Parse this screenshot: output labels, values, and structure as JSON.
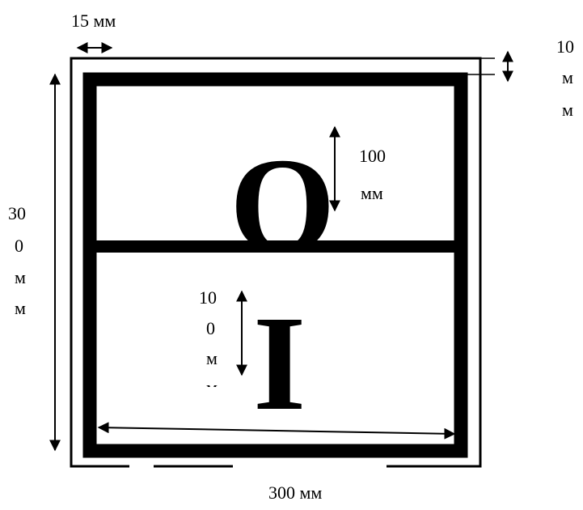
{
  "sign": {
    "top_letter": "O",
    "bottom_letter": "I"
  },
  "dimensions": {
    "margin_label": "15 мм",
    "border_label": [
      "10",
      "м",
      "м"
    ],
    "height_label": [
      "30",
      "0",
      "м",
      "м"
    ],
    "top_letter_label": [
      "100",
      "мм"
    ],
    "bottom_letter_label": [
      "10",
      "0",
      "м",
      "м"
    ],
    "width_label": "300 мм"
  }
}
